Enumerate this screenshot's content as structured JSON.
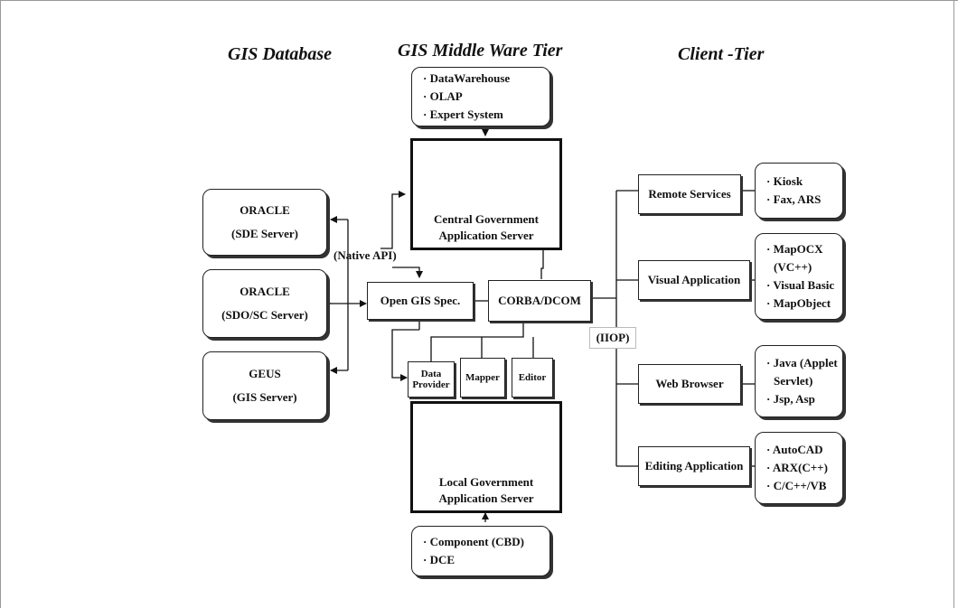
{
  "headings": {
    "gis_database": "GIS Database",
    "middleware": "GIS Middle Ware Tier",
    "client": "Client -Tier"
  },
  "top_box": {
    "items": [
      "· DataWarehouse",
      "· OLAP",
      "· Expert System"
    ]
  },
  "central_server": {
    "line1": "Central Government",
    "line2": "Application Server"
  },
  "local_server": {
    "line1": "Local Government",
    "line2": "Application Server"
  },
  "bottom_box": {
    "items": [
      "· Component (CBD)",
      "· DCE"
    ]
  },
  "databases": [
    {
      "line1": "ORACLE",
      "line2": "(SDE Server)"
    },
    {
      "line1": "ORACLE",
      "line2": "(SDO/SC Server)"
    },
    {
      "line1": "GEUS",
      "line2": "(GIS Server)"
    }
  ],
  "native_api": "(Native API)",
  "open_gis": "Open GIS Spec.",
  "corba": "CORBA/DCOM",
  "iiop": "(IIOP)",
  "modules": {
    "data_provider_1": "Data",
    "data_provider_2": "Provider",
    "mapper": "Mapper",
    "editor": "Editor"
  },
  "services": [
    "Remote Services",
    "Visual Application",
    "Web Browser",
    "Editing Application"
  ],
  "service_details": [
    [
      "· Kiosk",
      "· Fax, ARS"
    ],
    [
      "· MapOCX",
      "(VC++)",
      "· Visual Basic",
      "· MapObject"
    ],
    [
      "· Java (Applet",
      "Servlet)",
      "· Jsp, Asp"
    ],
    [
      "· AutoCAD",
      "· ARX(C++)",
      "· C/C++/VB"
    ]
  ]
}
